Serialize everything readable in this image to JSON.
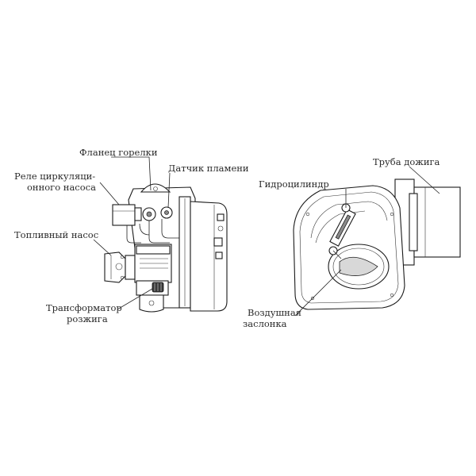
{
  "labels": {
    "burner_flange": "Фланец горелки",
    "circ_relay_1": "Реле циркуляци-",
    "circ_relay_2": "онного насоса",
    "flame_sensor": "Датчик пламени",
    "fuel_pump": "Топливный насос",
    "ignition_transformer_1": "Трансформатор",
    "ignition_transformer_2": "розжига",
    "hydrocylinder": "Гидроцилиндр",
    "afterburner_tube": "Труба дожига",
    "air_damper_1": "Воздушная",
    "air_damper_2": "заслонка"
  }
}
